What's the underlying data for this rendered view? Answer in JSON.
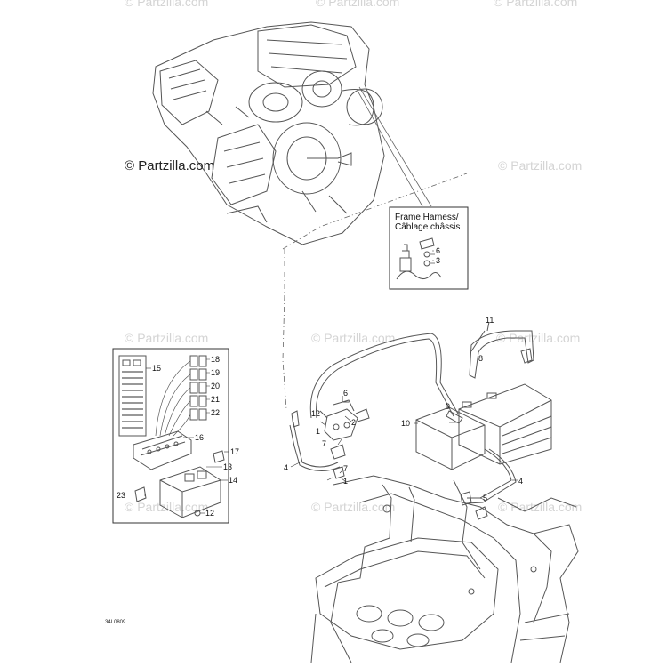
{
  "watermarks": {
    "main": "© Partzilla.com",
    "faint": "© Partzilla.com"
  },
  "inset": {
    "title_line1": "Frame Harness/",
    "title_line2": "Câblage châssis",
    "callouts": [
      "6",
      "3"
    ]
  },
  "fuse_box_callouts": [
    "15",
    "18",
    "19",
    "20",
    "21",
    "22",
    "16",
    "17",
    "13",
    "14",
    "23",
    "12"
  ],
  "harness_callouts": [
    "11",
    "8",
    "6",
    "12",
    "2",
    "10",
    "9",
    "1",
    "7",
    "7",
    "1",
    "4",
    "5",
    "4"
  ],
  "drawing_code": "34L0809"
}
